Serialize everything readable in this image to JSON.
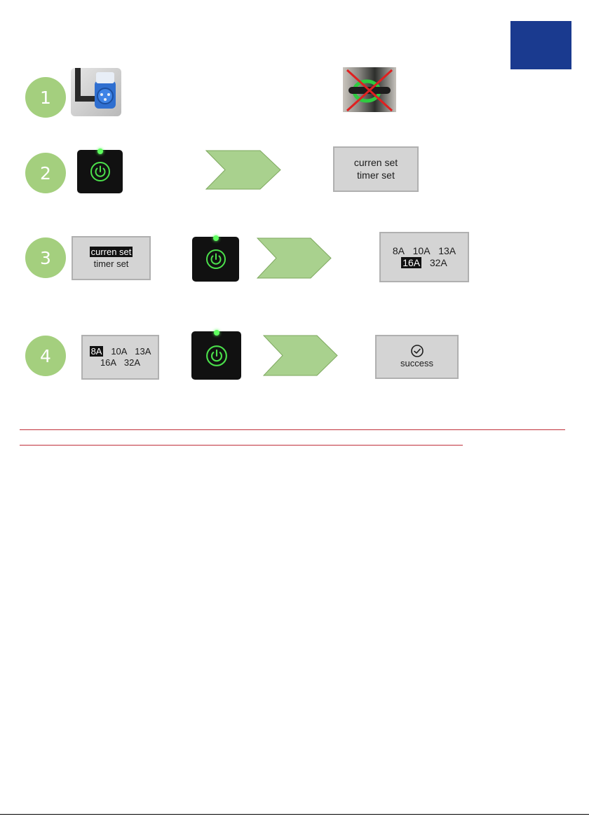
{
  "steps": [
    {
      "number": "1"
    },
    {
      "number": "2"
    },
    {
      "number": "3"
    },
    {
      "number": "4"
    }
  ],
  "step2": {
    "menu_line1": "curren set",
    "menu_line2": "timer set"
  },
  "step3": {
    "menu_line1": "curren set",
    "menu_line2": "timer set",
    "options_row1": [
      "8A",
      "10A",
      "13A"
    ],
    "options_row2": [
      "16A",
      "32A"
    ]
  },
  "step4": {
    "options_row1": [
      "8A",
      "10A",
      "13A"
    ],
    "options_row2": [
      "16A",
      "32A"
    ],
    "result_text": "success"
  },
  "colors": {
    "accent_blue": "#1a3a8f",
    "step_green": "#a4cf7e",
    "arrow_green": "#a9d18e",
    "led_green": "#5fff5f",
    "rule_red": "#c0303a"
  },
  "icons": [
    "plug-icon",
    "no-cable-icon",
    "power-icon",
    "chevron-arrow-icon",
    "check-circle-icon"
  ]
}
